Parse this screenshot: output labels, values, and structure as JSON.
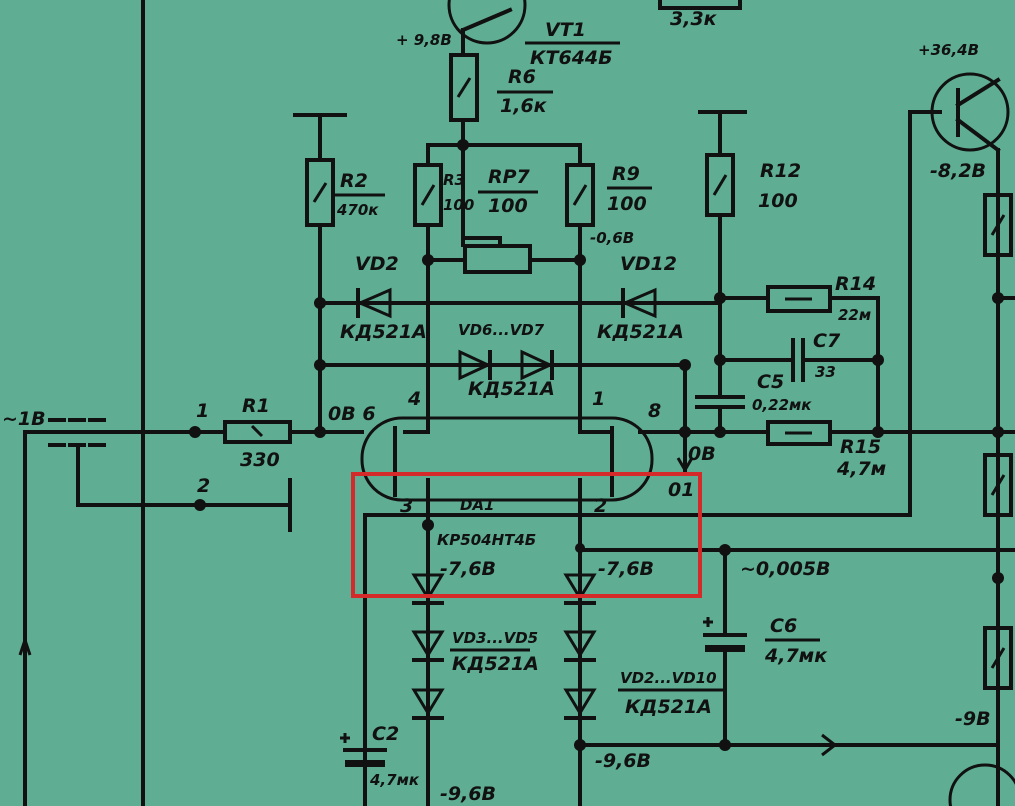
{
  "colors": {
    "paper": "#5fae93",
    "ink": "#111111",
    "highlight": "#d42a2a"
  },
  "labels": {
    "vt1": "VT1",
    "vt1_type": "КТ644Б",
    "v_vt1": "+ 9,8В",
    "r_top_val": "3,3к",
    "r6": "R6",
    "r6_val": "1,6к",
    "r2": "R2",
    "r2_val": "470к",
    "r3": "R3",
    "r3_val": "100",
    "rp7": "RP7",
    "rp7_val": "100",
    "r9": "R9",
    "r9_val": "100",
    "v_r9": "-0,6В",
    "r12": "R12",
    "r12_val": "100",
    "v_vt_right": "+36,4В",
    "v_right2": "-8,2В",
    "vd2": "VD2",
    "vd2_type": "КД521А",
    "vd12": "VD12",
    "vd12_type": "КД521А",
    "vd6_7": "VD6...VD7",
    "vd6_7_type": "КД521А",
    "r14": "R14",
    "r14_val": "22м",
    "c7": "C7",
    "c7_val": "33",
    "c5": "C5",
    "c5_val": "0,22мк",
    "r15": "R15",
    "r15_val": "4,7м",
    "in_v": "~1В",
    "pin1": "1",
    "pin2": "2",
    "r1": "R1",
    "r1_val": "330",
    "v_in6": "0В 6",
    "pin4": "4",
    "pin1b": "1",
    "pin8": "8",
    "v_out": "0В",
    "pin3": "3",
    "pin2b": "2",
    "pin01": "01",
    "da1": "DA1",
    "da1_type": "КР504НТ4Б",
    "v_left": "-7,6В",
    "v_right": "-7,6В",
    "v_out2": "~0,005В",
    "vd3_5": "VD3...VD5",
    "vd3_5_type": "КД521А",
    "vd2_10": "VD2...VD10",
    "vd2_10_type": "КД521А",
    "c6": "C6",
    "c6_val": "4,7мк",
    "c2": "C2",
    "c2_val": "4,7мк",
    "v_m9": "-9В",
    "v_bl": "-9,6В",
    "v_br": "-9,6В"
  }
}
